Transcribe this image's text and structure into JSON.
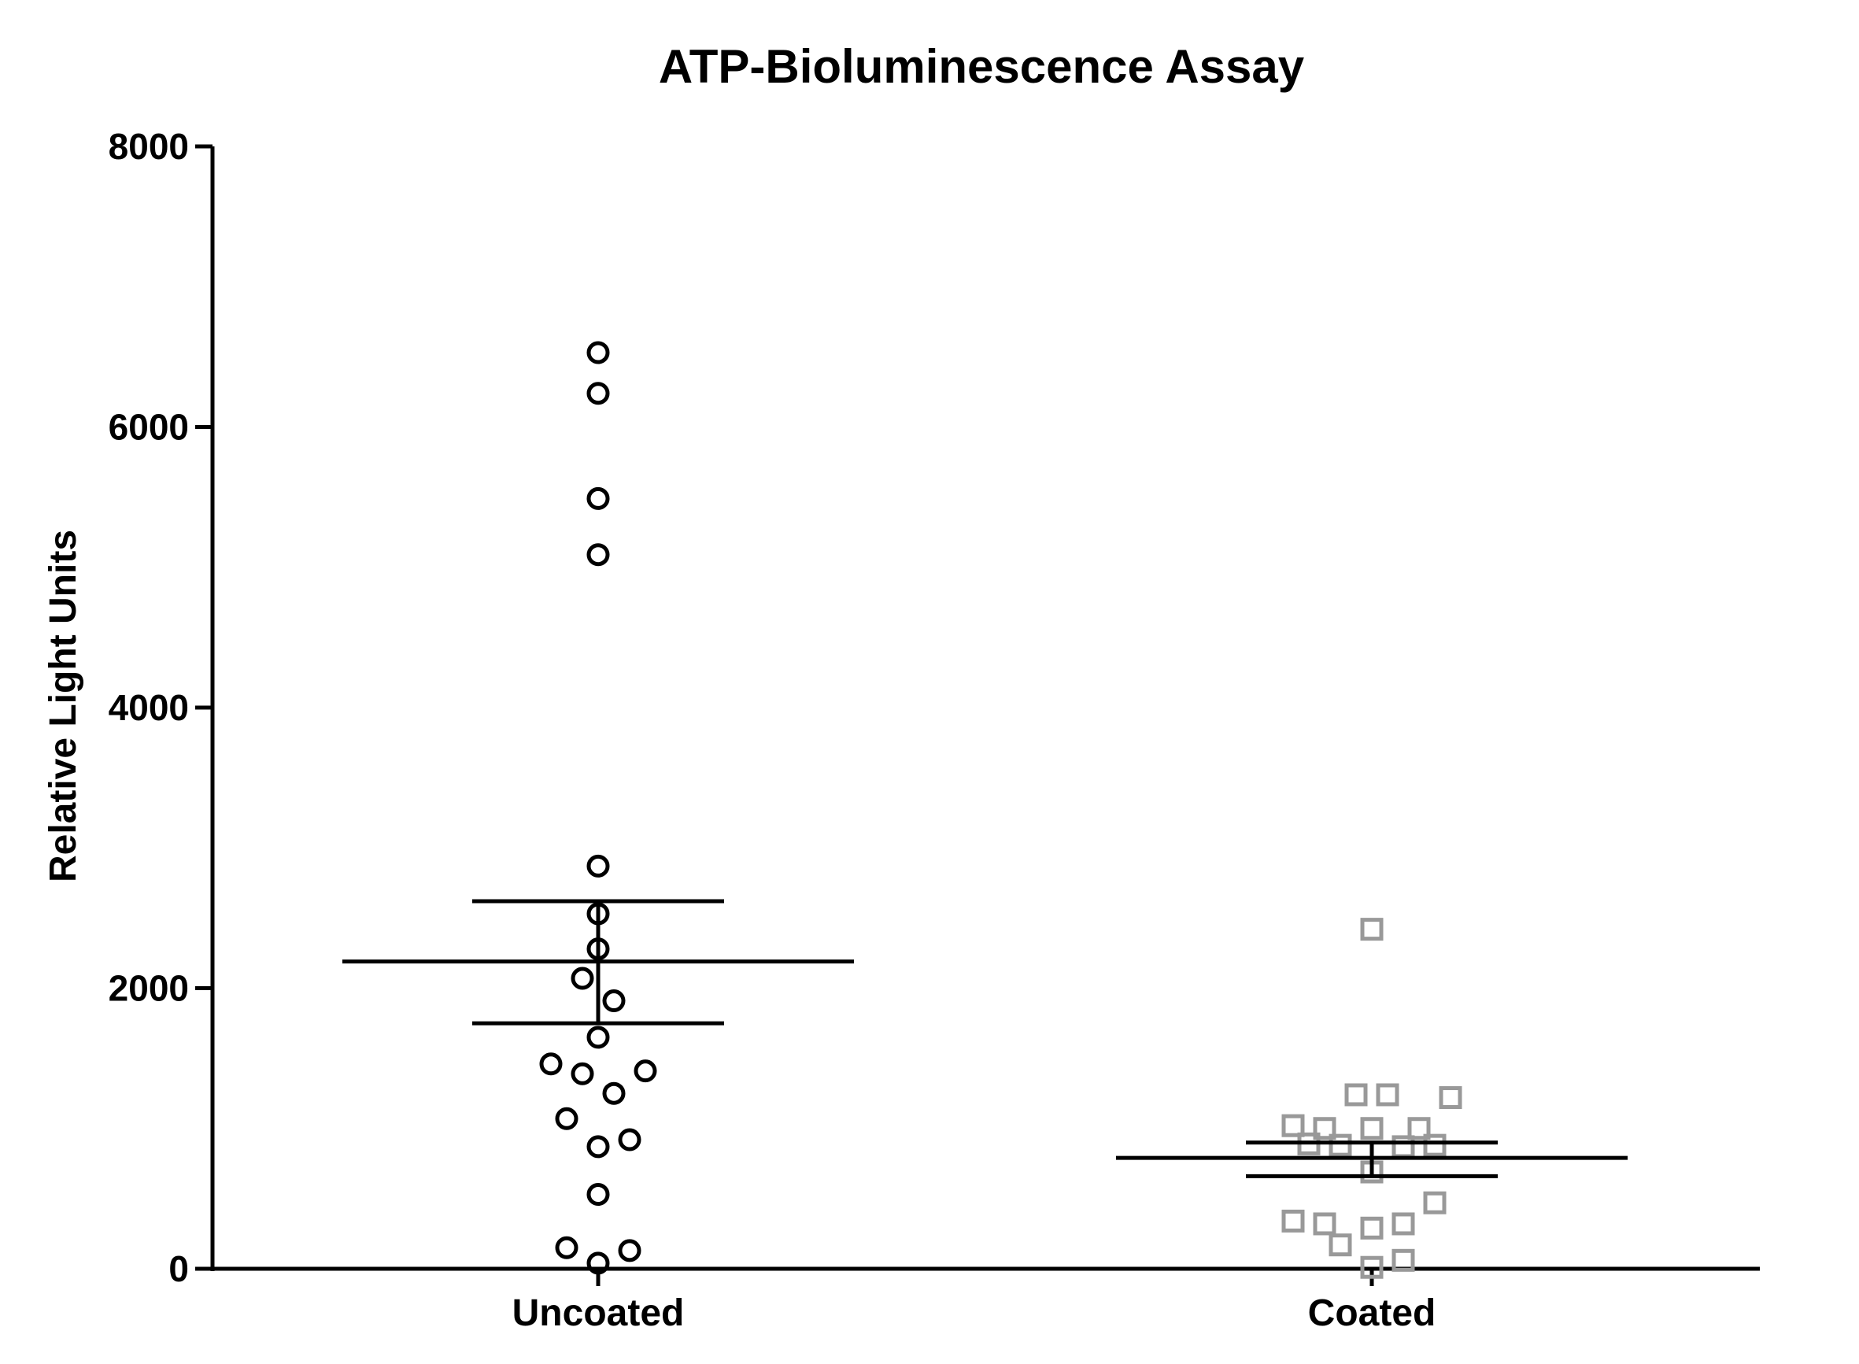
{
  "chart_data": {
    "type": "scatter",
    "title": "ATP-Bioluminescence Assay",
    "xlabel": "",
    "ylabel": "Relative Light Units",
    "ylim": [
      0,
      8000
    ],
    "yticks": [
      0,
      2000,
      4000,
      6000,
      8000
    ],
    "ytick_labels": [
      "0",
      "2000",
      "4000",
      "6000",
      "8000"
    ],
    "categories": [
      "Uncoated",
      "Coated"
    ],
    "grid": false,
    "legend": "none",
    "series": [
      {
        "category": "Uncoated",
        "marker": "circle",
        "color": "#000000",
        "points": [
          {
            "offset": 0,
            "value": 6530
          },
          {
            "offset": 0,
            "value": 6240
          },
          {
            "offset": 0,
            "value": 5490
          },
          {
            "offset": 0,
            "value": 5090
          },
          {
            "offset": 0,
            "value": 2870
          },
          {
            "offset": 0,
            "value": 2530
          },
          {
            "offset": 0,
            "value": 2280
          },
          {
            "offset": -1,
            "value": 2070
          },
          {
            "offset": 1,
            "value": 1910
          },
          {
            "offset": 0,
            "value": 1650
          },
          {
            "offset": -3,
            "value": 1460
          },
          {
            "offset": -1,
            "value": 1390
          },
          {
            "offset": 3,
            "value": 1410
          },
          {
            "offset": 1,
            "value": 1250
          },
          {
            "offset": -2,
            "value": 1070
          },
          {
            "offset": 2,
            "value": 920
          },
          {
            "offset": 0,
            "value": 870
          },
          {
            "offset": 0,
            "value": 530
          },
          {
            "offset": -2,
            "value": 150
          },
          {
            "offset": 2,
            "value": 130
          },
          {
            "offset": 0,
            "value": 40
          }
        ],
        "mean": 2190,
        "sem_upper": 2620,
        "sem_lower": 1750
      },
      {
        "category": "Coated",
        "marker": "square",
        "color": "#999999",
        "points": [
          {
            "offset": 0,
            "value": 2420
          },
          {
            "offset": -1,
            "value": 1240
          },
          {
            "offset": 1,
            "value": 1240
          },
          {
            "offset": 5,
            "value": 1220
          },
          {
            "offset": -5,
            "value": 1020
          },
          {
            "offset": -3,
            "value": 1000
          },
          {
            "offset": 0,
            "value": 1000
          },
          {
            "offset": 3,
            "value": 1000
          },
          {
            "offset": -4,
            "value": 890
          },
          {
            "offset": -2,
            "value": 880
          },
          {
            "offset": 2,
            "value": 870
          },
          {
            "offset": 4,
            "value": 880
          },
          {
            "offset": 0,
            "value": 690
          },
          {
            "offset": 4,
            "value": 470
          },
          {
            "offset": -5,
            "value": 340
          },
          {
            "offset": -3,
            "value": 320
          },
          {
            "offset": 0,
            "value": 290
          },
          {
            "offset": 2,
            "value": 320
          },
          {
            "offset": -2,
            "value": 170
          },
          {
            "offset": 0,
            "value": 10
          },
          {
            "offset": 2,
            "value": 60
          }
        ],
        "mean": 790,
        "sem_upper": 900,
        "sem_lower": 660
      }
    ]
  }
}
